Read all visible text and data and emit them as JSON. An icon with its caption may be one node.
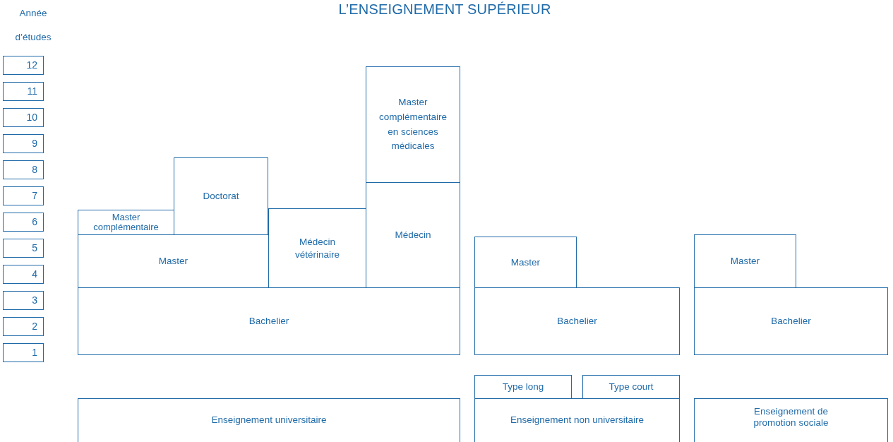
{
  "diagram": {
    "title": "L’ENSEIGNEMENT SUPÉRIEUR",
    "nodes": [
      {
        "text": [
          "Master complémentaire"
        ]
      },
      {
        "text": [
          "Doctorat"
        ]
      },
      {
        "text": [
          "Master"
        ]
      },
      {
        "text": [
          "Médecin vétérinaire"
        ]
      },
      {
        "text": [
          "Master complémentaire en sciences médicales"
        ]
      },
      {
        "text": [
          "Médecin"
        ]
      },
      {
        "text": [
          "Bachelier"
        ]
      },
      {
        "text": [
          "Master"
        ]
      },
      {
        "text": [
          "Bachelier"
        ]
      },
      {
        "text": [
          "Master"
        ]
      },
      {
        "text": [
          "Bachelier"
        ]
      },
      {
        "text": [
          "Type long"
        ]
      },
      {
        "text": [
          "Type court"
        ]
      },
      {
        "text": [
          "Enseignement universitaire"
        ]
      },
      {
        "text": [
          "Enseignement non universitaire"
        ]
      },
      {
        "text": [
          "Enseignement de promotion sociale"
        ]
      },
      {
        "text": [
          "12"
        ]
      },
      {
        "text": [
          "11"
        ]
      },
      {
        "text": [
          "10"
        ]
      },
      {
        "text": [
          "9"
        ]
      },
      {
        "text": [
          "8"
        ]
      },
      {
        "text": [
          "7"
        ]
      },
      {
        "text": [
          "6"
        ]
      },
      {
        "text": [
          "5"
        ]
      },
      {
        "text": [
          "4"
        ]
      },
      {
        "text": [
          "3"
        ]
      },
      {
        "text": [
          "2"
        ]
      },
      {
        "text": [
          "1"
        ]
      }
    ],
    "labels": [
      "Année d’études"
    ]
  }
}
